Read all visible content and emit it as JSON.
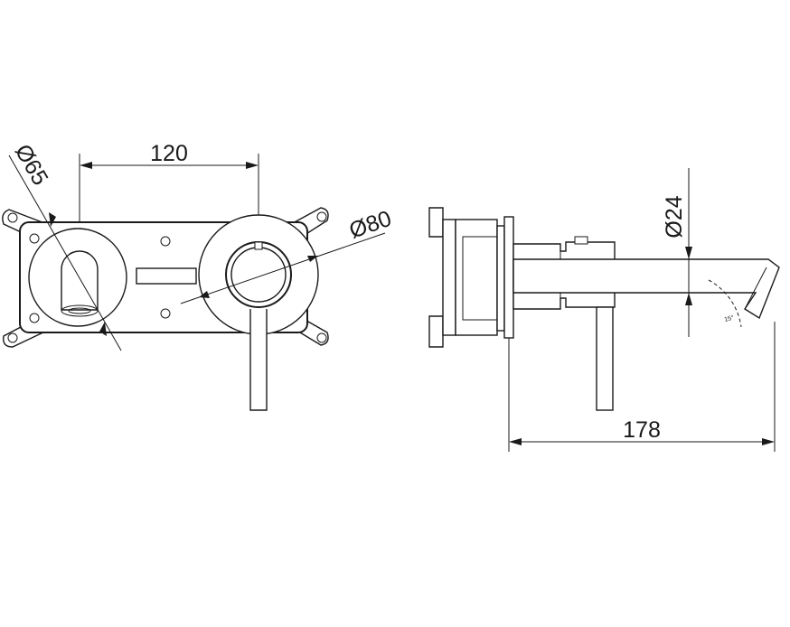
{
  "dimensions": {
    "width_120": "120",
    "dia_65": "Ø65",
    "dia_80": "Ø80",
    "dia_24": "Ø24",
    "length_178": "178",
    "angle_small": "15°"
  }
}
